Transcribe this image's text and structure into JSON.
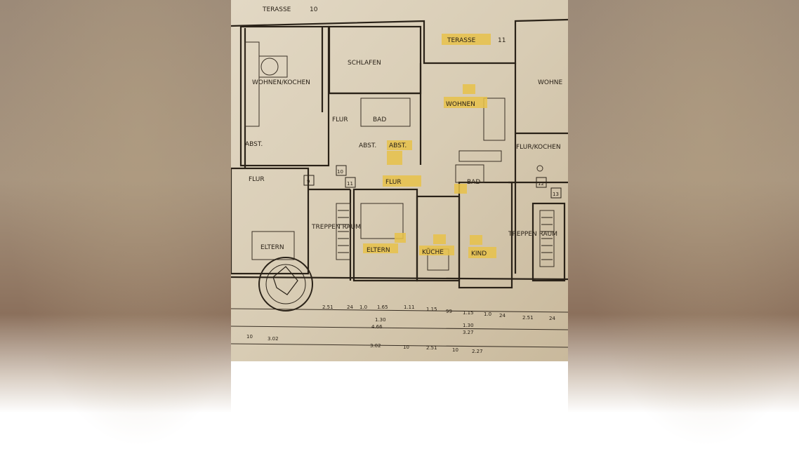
{
  "labels": {
    "terasse_10": "TERASSE",
    "terasse_10_num": "10",
    "terasse_11": "TERASSE",
    "terasse_11_num": "11",
    "wohnen_kochen_10": "WOHNEN/KOCHEN",
    "schlafen": "SCHLAFEN",
    "flur_10": "FLUR",
    "bad_10": "BAD",
    "abst_left": "ABST.",
    "abst_10": "ABST.",
    "abst_11": "ABST.",
    "wohnen_11": "WOHNEN",
    "wohnen_12": "WOHNE",
    "flur_kochen_12": "FLUR/KOCHEN",
    "flur_9": "FLUR",
    "flur_11": "FLUR",
    "bad_11": "BAD",
    "eltern_9": "ELTERN",
    "eltern_11": "ELTERN",
    "kueche_11": "KÜCHE",
    "kind_11": "KIND",
    "treppenraum_left": "TREPPEN RAUM",
    "treppenraum_right": "TREPPEN RAUM"
  },
  "unit_numbers": [
    "9",
    "10",
    "11",
    "12",
    "13"
  ],
  "dimensions_row1": [
    "2.51",
    "24",
    "1.0",
    "1.65",
    "1.11",
    "1.15",
    "99",
    "1.15",
    "1.0",
    "24",
    "2.51",
    "24"
  ],
  "dimensions_row2": [
    "1.30",
    "4.66",
    "1.30",
    "3.27"
  ],
  "dimensions_row3": [
    "10",
    "3.02",
    "3.02",
    "10",
    "2.51",
    "10",
    "2.27"
  ],
  "colors": {
    "paper": "#d9cdb6",
    "ink": "#2a2218",
    "highlight": "#e8c24a"
  }
}
